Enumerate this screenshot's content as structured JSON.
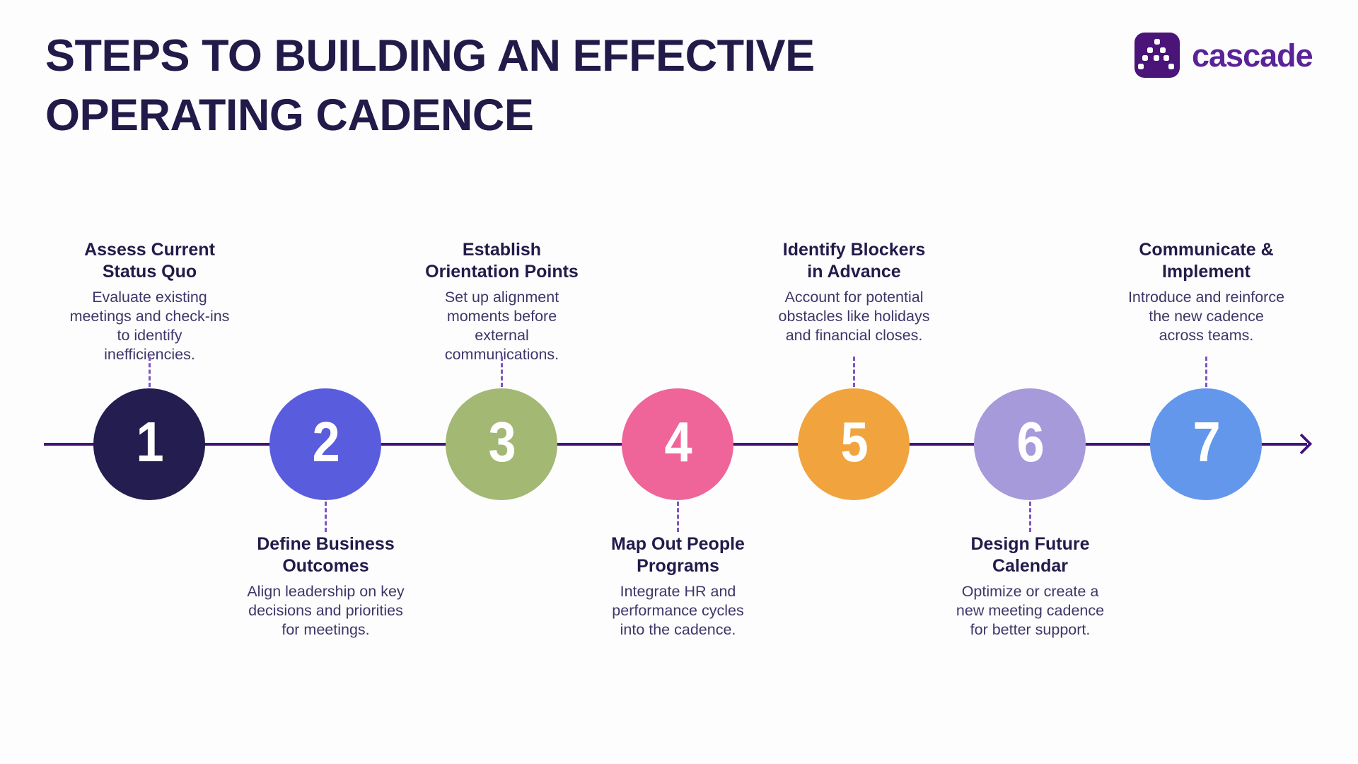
{
  "title": "STEPS TO BUILDING AN EFFECTIVE\nOPERATING CADENCE",
  "logo": {
    "text": "cascade",
    "icon": "cascade-dots-icon",
    "icon_bg_color": "#4a1478",
    "text_color": "#5a2397"
  },
  "timeline": {
    "line_color": "#45117a",
    "connector_color": "#7d55c4",
    "arrow": "right-arrow"
  },
  "steps": [
    {
      "number": "1",
      "heading": "Assess Current\nStatus Quo",
      "body": "Evaluate existing\nmeetings and check-ins\nto identify\ninefficiencies.",
      "color": "#231d50",
      "text_position": "above"
    },
    {
      "number": "2",
      "heading": "Define Business\nOutcomes",
      "body": "Align leadership on key\ndecisions and priorities\nfor meetings.",
      "color": "#5a5cde",
      "text_position": "below"
    },
    {
      "number": "3",
      "heading": "Establish\nOrientation Points",
      "body": "Set up alignment\nmoments before\nexternal\ncommunications.",
      "color": "#a2b873",
      "text_position": "above"
    },
    {
      "number": "4",
      "heading": "Map Out People\nPrograms",
      "body": "Integrate HR and\nperformance cycles\ninto the cadence.",
      "color": "#ef6499",
      "text_position": "below"
    },
    {
      "number": "5",
      "heading": "Identify Blockers\nin Advance",
      "body": "Account for potential\nobstacles like holidays\nand financial closes.",
      "color": "#f1a43e",
      "text_position": "above"
    },
    {
      "number": "6",
      "heading": "Design Future\nCalendar",
      "body": "Optimize or create a\nnew meeting cadence\nfor better support.",
      "color": "#a69adb",
      "text_position": "below"
    },
    {
      "number": "7",
      "heading": "Communicate &\nImplement",
      "body": "Introduce and reinforce\nthe new cadence\nacross teams.",
      "color": "#6297eb",
      "text_position": "above"
    }
  ]
}
